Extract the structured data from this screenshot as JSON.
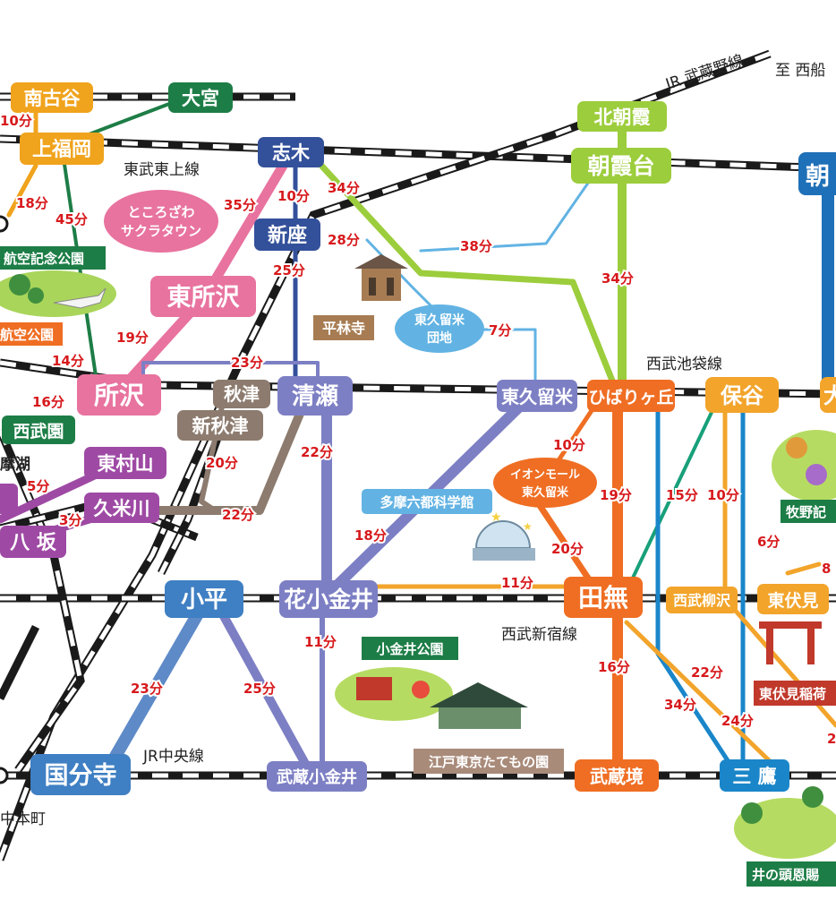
{
  "colors": {
    "rail": "#1a1a1a",
    "red_time": "#d7191c",
    "gold": "#f0a31c",
    "green_dark": "#1d7d46",
    "navy": "#33509a",
    "pink": "#e8739f",
    "lime": "#9ccd3c",
    "sky": "#62b3e3",
    "lavender": "#7d7fc4",
    "stone": "#8c7b6e",
    "purple": "#9e4aa4",
    "orange": "#ef6e23",
    "blue": "#1a86c9",
    "amber": "#f2a42b",
    "teal": "#17a07a",
    "dark_blue": "#1e70b8"
  },
  "rail_lines": {
    "jr_musashino": "JR 武蔵野線",
    "to_nishi": "至 西船",
    "tobu_tojo": "東武東上線",
    "seibu_ikebukuro": "西武池袋線",
    "seibu_shinjuku": "西武新宿線",
    "jr_chuo": "JR中央線"
  },
  "stations": {
    "minami_furuya": "南古谷",
    "omiya": "大宮",
    "kami_fukuoka": "上福岡",
    "shiki": "志木",
    "kita_asaka": "北朝霞",
    "asakadai": "朝霞台",
    "asaka_edge": "朝",
    "niiza": "新座",
    "higashi_tokorozawa": "東所沢",
    "tokorozawa": "所沢",
    "akitsu": "秋津",
    "shin_akitsu": "新秋津",
    "kiyose": "清瀬",
    "higashi_kurume": "東久留米",
    "hibarigaoka": "ひばりヶ丘",
    "hoya": "保谷",
    "ohizumi_edge": "大",
    "higashi_murayama": "東村山",
    "kumegawa": "久米川",
    "hachisaka": "八 坂",
    "seibuen": "西武園",
    "kodaira": "小平",
    "hana_koganei": "花小金井",
    "tanashi": "田無",
    "nishi_yagisawa": "西武柳沢",
    "higashi_fushimi": "東伏見",
    "kokubunji": "国分寺",
    "musashi_koganei": "武蔵小金井",
    "musashisakai": "武蔵境",
    "mitaka": "三 鷹",
    "nakahoncho": "中本町",
    "tamako_edge": "摩湖"
  },
  "times": {
    "t_mf_kf": "10分",
    "t_kf_down": "18分",
    "t_kf_tokorozawa": "45分",
    "t_shiki_tokorozawa": "35分",
    "t_shiki_niiza": "10分",
    "t_shiki_hibari": "34分",
    "t_niiza_kiyose": "25分",
    "t_niiza_hk": "28分",
    "t_asaka_hk": "38分",
    "t_asaka_hibari": "34分",
    "t_hk_kurume": "7分",
    "t_ht_tokorozawa": "19分",
    "t_tok_left1": "14分",
    "t_tok_left2": "16分",
    "t_tok_kiyose": "23分",
    "t_kiyose_hana": "22分",
    "t_kurume_hana": "18分",
    "t_shinakitsu": "20分",
    "t_kume_kiyose": "22分",
    "t_left_5": "5分",
    "t_left_3": "3分",
    "t_hibari_aeon": "10分",
    "t_aeon_tanashi": "20分",
    "t_hibari_tanashi": "19分",
    "t_hoya_a": "15分",
    "t_hoya_b": "10分",
    "t_hoya_hf": "6分",
    "t_hf_right": "8",
    "t_hana_tanashi": "11分",
    "t_hana_mk": "11分",
    "t_kodaira_kokubunji": "23分",
    "t_kodaira_mk": "25分",
    "t_tanashi_ms": "16分",
    "t_mitaka_a": "22分",
    "t_mitaka_b": "34分",
    "t_mitaka_c": "24分",
    "t_right_edge": "2"
  },
  "landmarks": {
    "sakura_town": [
      "ところざわ",
      "サクラタウン"
    ],
    "heirinji": "平林寺",
    "danchi": [
      "東久留米",
      "団地"
    ],
    "aeon": [
      "イオンモール",
      "東久留米"
    ],
    "tama_science": "多摩六都科学館",
    "koganei_park": "小金井公園",
    "edo_museum": "江戸東京たてもの園",
    "aviation_park": "航空記念公園",
    "aviation_park2": "航空公園",
    "makino": "牧野記",
    "fushimi_inari": "東伏見稲荷",
    "inokashira": "井の頭恩賜"
  }
}
